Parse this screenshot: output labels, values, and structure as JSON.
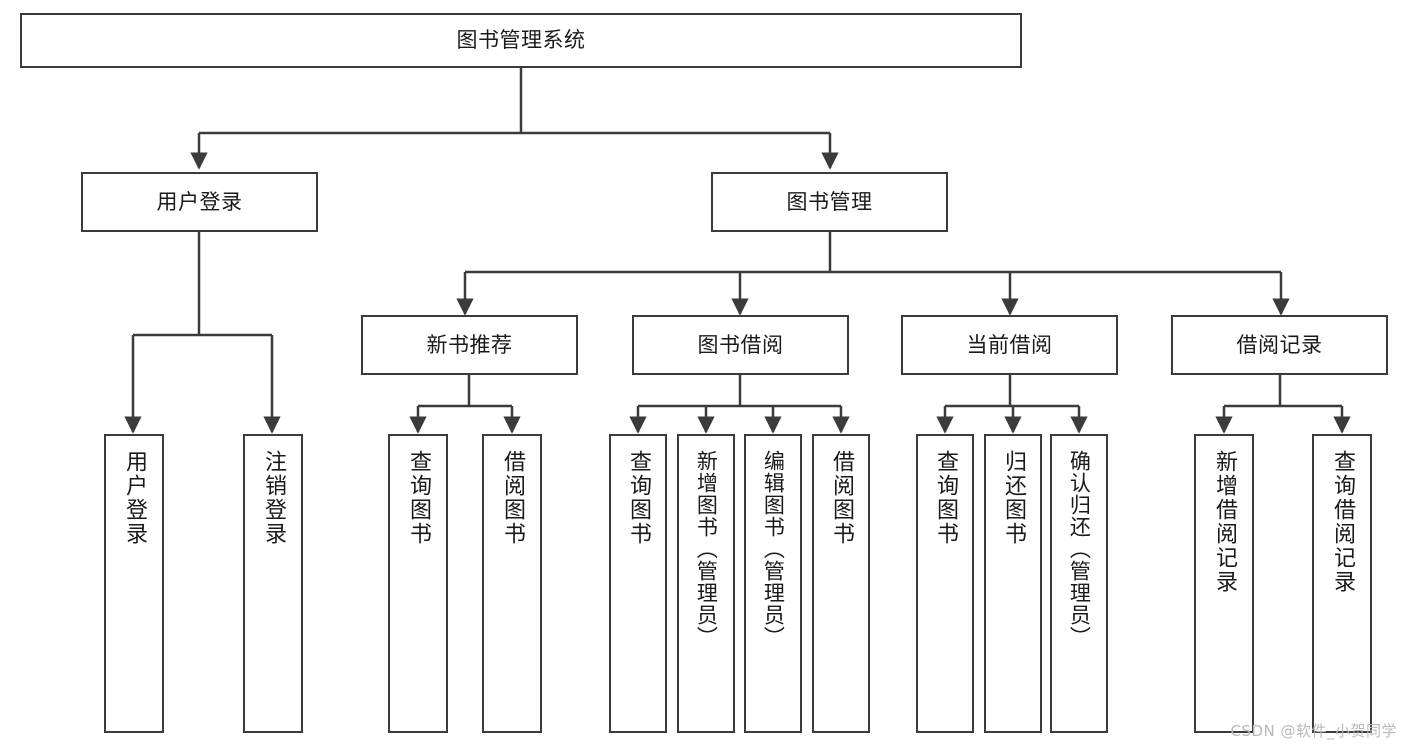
{
  "diagram": {
    "type": "tree-hierarchy",
    "title": "图书管理系统",
    "orientation": "top-down",
    "stroke_color": "#3b3b3b",
    "background_color": "#ffffff",
    "watermark": "CSDN @软件_小贺同学",
    "levels": [
      {
        "level": 0,
        "nodes": [
          "图书管理系统"
        ]
      },
      {
        "level": 1,
        "nodes": [
          "用户登录",
          "图书管理"
        ]
      },
      {
        "level": 2,
        "nodes": [
          "新书推荐",
          "图书借阅",
          "当前借阅",
          "借阅记录"
        ]
      },
      {
        "level": 3,
        "nodes": [
          "用户登录",
          "注销登录",
          "查询图书",
          "借阅图书",
          "查询图书",
          "新增图书（管理员）",
          "编辑图书（管理员）",
          "借阅图书",
          "查询图书",
          "归还图书",
          "确认归还（管理员）",
          "新增借阅记录",
          "查询借阅记录"
        ]
      }
    ],
    "nodes": {
      "root": {
        "label": "图书管理系统"
      },
      "user_login": {
        "label": "用户登录"
      },
      "book_manage": {
        "label": "图书管理"
      },
      "new_book_rec": {
        "label": "新书推荐"
      },
      "book_borrow": {
        "label": "图书借阅"
      },
      "current_borrow": {
        "label": "当前借阅"
      },
      "borrow_record": {
        "label": "借阅记录"
      },
      "leaf_user_login": {
        "label": "用户登录"
      },
      "leaf_user_logout": {
        "label": "注销登录"
      },
      "leaf_query_book_1": {
        "label": "查询图书"
      },
      "leaf_borrow_book_1": {
        "label": "借阅图书"
      },
      "leaf_query_book_2": {
        "label": "查询图书"
      },
      "leaf_add_book_admin": {
        "label": "新增图书（管理员）"
      },
      "leaf_edit_book_admin": {
        "label": "编辑图书（管理员）"
      },
      "leaf_borrow_book_2": {
        "label": "借阅图书"
      },
      "leaf_query_book_3": {
        "label": "查询图书"
      },
      "leaf_return_book": {
        "label": "归还图书"
      },
      "leaf_confirm_return_admin": {
        "label": "确认归还（管理员）"
      },
      "leaf_add_record": {
        "label": "新增借阅记录"
      },
      "leaf_query_record": {
        "label": "查询借阅记录"
      }
    },
    "edges": [
      {
        "from": "root",
        "to": "user_login"
      },
      {
        "from": "root",
        "to": "book_manage"
      },
      {
        "from": "user_login",
        "to": "leaf_user_login"
      },
      {
        "from": "user_login",
        "to": "leaf_user_logout"
      },
      {
        "from": "book_manage",
        "to": "new_book_rec"
      },
      {
        "from": "book_manage",
        "to": "book_borrow"
      },
      {
        "from": "book_manage",
        "to": "current_borrow"
      },
      {
        "from": "book_manage",
        "to": "borrow_record"
      },
      {
        "from": "new_book_rec",
        "to": "leaf_query_book_1"
      },
      {
        "from": "new_book_rec",
        "to": "leaf_borrow_book_1"
      },
      {
        "from": "book_borrow",
        "to": "leaf_query_book_2"
      },
      {
        "from": "book_borrow",
        "to": "leaf_add_book_admin"
      },
      {
        "from": "book_borrow",
        "to": "leaf_edit_book_admin"
      },
      {
        "from": "book_borrow",
        "to": "leaf_borrow_book_2"
      },
      {
        "from": "current_borrow",
        "to": "leaf_query_book_3"
      },
      {
        "from": "current_borrow",
        "to": "leaf_return_book"
      },
      {
        "from": "current_borrow",
        "to": "leaf_confirm_return_admin"
      },
      {
        "from": "borrow_record",
        "to": "leaf_add_record"
      },
      {
        "from": "borrow_record",
        "to": "leaf_query_record"
      }
    ]
  }
}
